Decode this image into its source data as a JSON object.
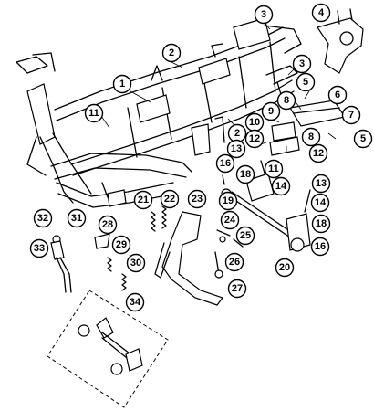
{
  "callouts": [
    {
      "id": "1",
      "label": "1"
    },
    {
      "id": "2",
      "label": "2"
    },
    {
      "id": "2b",
      "label": "2"
    },
    {
      "id": "3",
      "label": "3"
    },
    {
      "id": "3b",
      "label": "3"
    },
    {
      "id": "4",
      "label": "4"
    },
    {
      "id": "5",
      "label": "5"
    },
    {
      "id": "5b",
      "label": "5"
    },
    {
      "id": "6",
      "label": "6"
    },
    {
      "id": "7",
      "label": "7"
    },
    {
      "id": "8",
      "label": "8"
    },
    {
      "id": "8b",
      "label": "8"
    },
    {
      "id": "9",
      "label": "9"
    },
    {
      "id": "10",
      "label": "10"
    },
    {
      "id": "11",
      "label": "11"
    },
    {
      "id": "11b",
      "label": "11"
    },
    {
      "id": "12",
      "label": "12"
    },
    {
      "id": "12b",
      "label": "12"
    },
    {
      "id": "13",
      "label": "13"
    },
    {
      "id": "13b",
      "label": "13"
    },
    {
      "id": "14",
      "label": "14"
    },
    {
      "id": "14b",
      "label": "14"
    },
    {
      "id": "16",
      "label": "16"
    },
    {
      "id": "16b",
      "label": "16"
    },
    {
      "id": "18",
      "label": "18"
    },
    {
      "id": "18b",
      "label": "18"
    },
    {
      "id": "19",
      "label": "19"
    },
    {
      "id": "20",
      "label": "20"
    },
    {
      "id": "21",
      "label": "21"
    },
    {
      "id": "22",
      "label": "22"
    },
    {
      "id": "23",
      "label": "23"
    },
    {
      "id": "24",
      "label": "24"
    },
    {
      "id": "25",
      "label": "25"
    },
    {
      "id": "26",
      "label": "26"
    },
    {
      "id": "27",
      "label": "27"
    },
    {
      "id": "28",
      "label": "28"
    },
    {
      "id": "29",
      "label": "29"
    },
    {
      "id": "30",
      "label": "30"
    },
    {
      "id": "31",
      "label": "31"
    },
    {
      "id": "32",
      "label": "32"
    },
    {
      "id": "33",
      "label": "33"
    },
    {
      "id": "34",
      "label": "34"
    }
  ]
}
